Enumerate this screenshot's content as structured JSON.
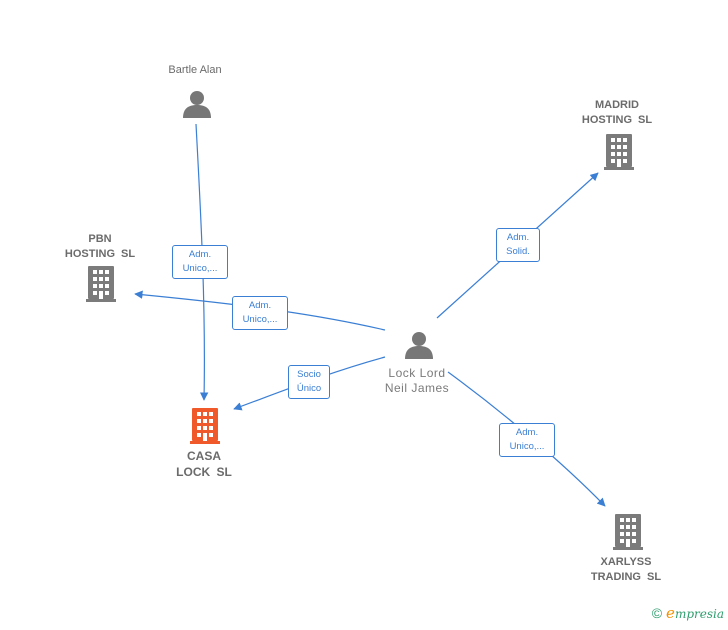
{
  "nodes": {
    "bartle_alan": {
      "label": "Bartle Alan",
      "type": "person"
    },
    "madrid_hosting": {
      "label": "MADRID\nHOSTING  SL",
      "type": "company"
    },
    "pbn_hosting": {
      "label": "PBN\nHOSTING  SL",
      "type": "company"
    },
    "lock_lord": {
      "label": "Lock Lord\nNeil James",
      "type": "person"
    },
    "casa_lock": {
      "label": "CASA\nLOCK  SL",
      "type": "company",
      "highlight": true
    },
    "xarlyss_trading": {
      "label": "XARLYSS\nTRADING  SL",
      "type": "company"
    }
  },
  "edges": {
    "bartle_to_casa": {
      "from": "Bartle Alan",
      "to": "CASA LOCK SL",
      "label": "Adm.\nUnico,..."
    },
    "lock_to_pbn": {
      "from": "Lock Lord Neil James",
      "to": "PBN HOSTING SL",
      "label": "Adm.\nUnico,..."
    },
    "lock_to_madrid": {
      "from": "Lock Lord Neil James",
      "to": "MADRID HOSTING SL",
      "label": "Adm.\nSolid."
    },
    "lock_to_casa": {
      "from": "Lock Lord Neil James",
      "to": "CASA LOCK SL",
      "label": "Socio\nÚnico"
    },
    "lock_to_xarlyss": {
      "from": "Lock Lord Neil James",
      "to": "XARLYSS TRADING SL",
      "label": "Adm.\nUnico,..."
    }
  },
  "watermark": {
    "copyright": "©",
    "brand_initial": "e",
    "brand_rest": "mpresia"
  },
  "colors": {
    "edge": "#3b7fd4",
    "company_icon": "#7b7b7b",
    "company_highlight": "#f0592a",
    "person_icon": "#777777",
    "label_text": "#6b6b6b"
  }
}
